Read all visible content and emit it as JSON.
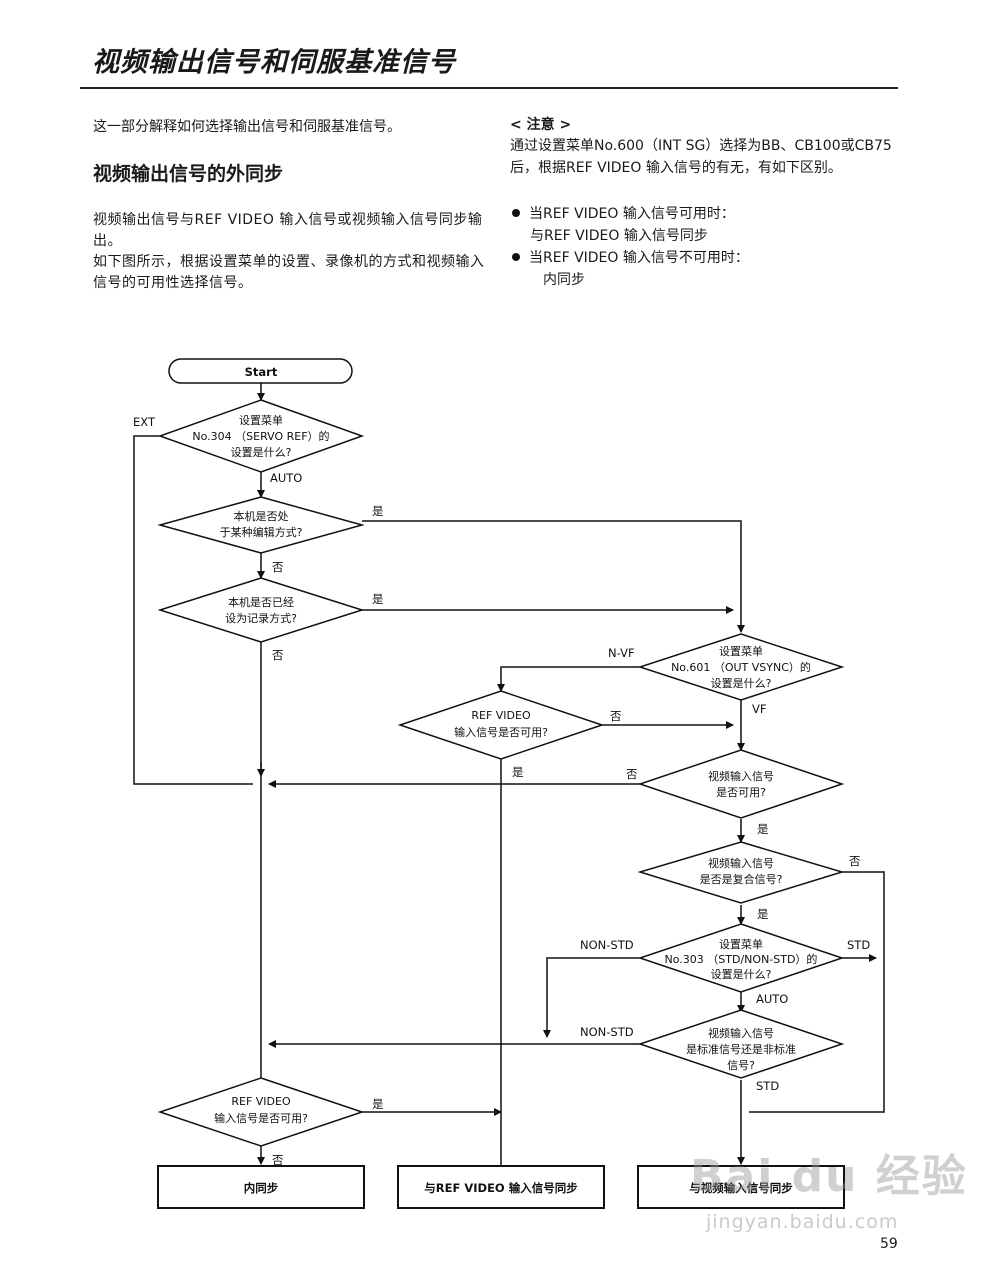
{
  "page": {
    "title": "视频输出信号和伺服基准信号",
    "intro": "这一部分解释如何选择输出信号和伺服基准信号。",
    "section_heading": "视频输出信号的外同步",
    "paragraphs": [
      "视频输出信号与REF VIDEO 输入信号或视频输入信号同步输出。",
      "如下图所示，根据设置菜单的设置、录像机的方式和视频输入信号的可用性选择信号。"
    ],
    "note": {
      "heading": "< 注意 >",
      "text": "通过设置菜单No.600（INT SG）选择为BB、CB100或CB75后，根据REF VIDEO 输入信号的有无，有如下区别。",
      "bullets": [
        {
          "label": "当REF VIDEO 输入信号可用时：",
          "detail": "与REF VIDEO 输入信号同步"
        },
        {
          "label": "当REF VIDEO 输入信号不可用时：",
          "detail": "内同步"
        }
      ]
    },
    "page_number": "59"
  },
  "flowchart": {
    "start": "Start",
    "d1": [
      "设置菜单",
      "No.304 （SERVO REF）的",
      "设置是什么?"
    ],
    "d2": [
      "本机是否处",
      "于某种编辑方式?"
    ],
    "d3": [
      "本机是否已经",
      "设为记录方式?"
    ],
    "d4": [
      "设置菜单",
      "No.601 （OUT VSYNC）的",
      "设置是什么?"
    ],
    "d5": [
      "REF VIDEO",
      "输入信号是否可用?"
    ],
    "d6": [
      "视频输入信号",
      "是否可用?"
    ],
    "d7": [
      "视频输入信号",
      "是否是复合信号?"
    ],
    "d8": [
      "设置菜单",
      "No.303 （STD/NON-STD）的",
      "设置是什么?"
    ],
    "d9": [
      "视频输入信号",
      "是标准信号还是非标准",
      "信号?"
    ],
    "d10": [
      "REF VIDEO",
      "输入信号是否可用?"
    ],
    "end1": "内同步",
    "end2": "与REF VIDEO 输入信号同步",
    "end3": "与视频输入信号同步",
    "labels": {
      "ext": "EXT",
      "auto1": "AUTO",
      "yes": "是",
      "no": "否",
      "nvf": "N-VF",
      "vf": "VF",
      "nonstd": "NON-STD",
      "std": "STD",
      "auto2": "AUTO"
    }
  },
  "watermark": {
    "logo": "Bai du 经验",
    "url": "jingyan.baidu.com"
  }
}
